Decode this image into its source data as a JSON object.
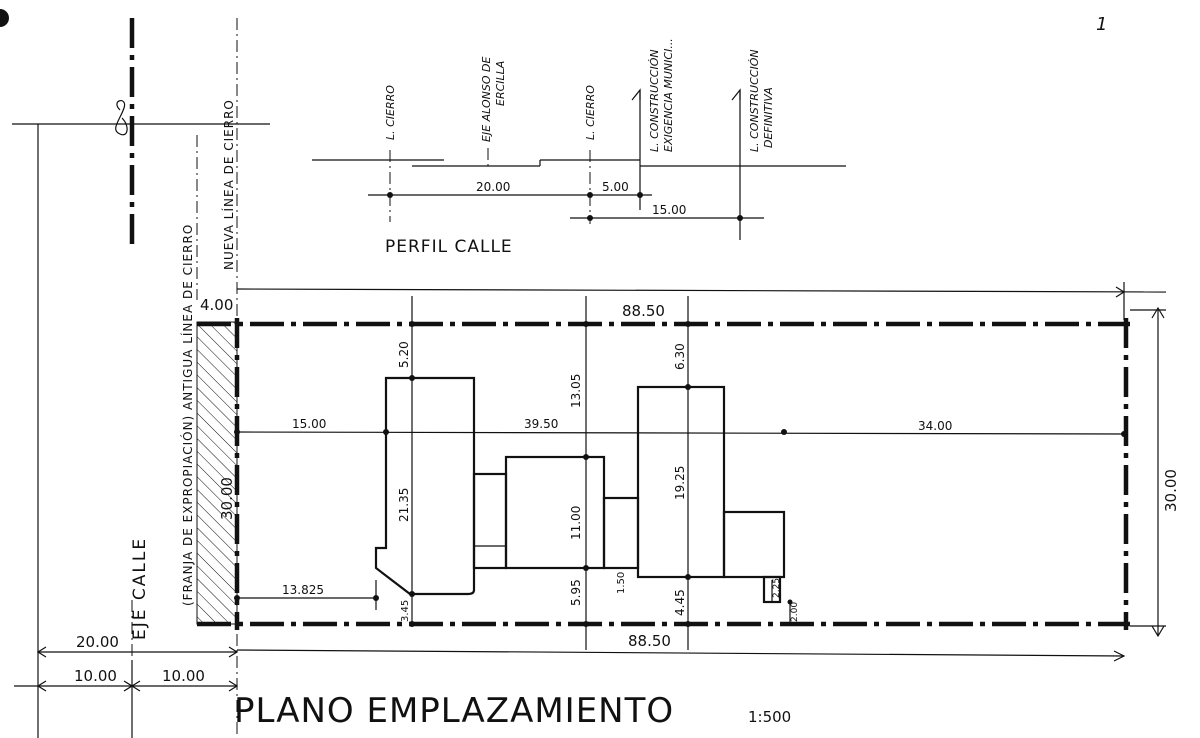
{
  "page_number": "1",
  "street_profile": {
    "title": "PERFIL CALLE",
    "labels": {
      "l_cierro_1": "L. CIERRO",
      "eje_alonso_1": "EJE ALONSO DE",
      "eje_alonso_2": "ERCILLA",
      "l_cierro_2": "L. CIERRO",
      "l_const_exig_1": "L. CONSTRUCCIÓN",
      "l_const_exig_2": "EXIGENCIA MUNICI...",
      "l_const_def_1": "L. CONSTRUCCIÓN",
      "l_const_def_2": "DEFINITIVA"
    },
    "dims": {
      "d20": "20.00",
      "d5": "5.00",
      "d15": "15.00"
    }
  },
  "site": {
    "dims": {
      "top_length": "88.50",
      "bottom_length": "88.50",
      "depth_left": "30.00",
      "depth_right": "30.00",
      "strip_width": "4.00",
      "d1500": "15.00",
      "d3950": "39.50",
      "d3400": "34.00",
      "d520": "5.20",
      "d1305": "13.05",
      "d630": "6.30",
      "d2135": "21.35",
      "d1100": "11.00",
      "d1925": "19.25",
      "d13825": "13.825",
      "d345": "3.45",
      "d595": "5.95",
      "d150": "1.50",
      "d445": "4.45",
      "d225": "2.25",
      "d200": "2.00"
    },
    "vertical_labels": {
      "franja": "(FRANJA  DE  EXPROPIACIÓN)  ANTIGUA  LÍNEA DE CIERRO",
      "nueva_linea": "NUEVA  LÍNEA  DE  CIERRO",
      "eje_calle": "EJE    CALLE"
    },
    "bottom_dims": {
      "d2000": "20.00",
      "d1000a": "10.00",
      "d1000b": "10.00"
    }
  },
  "title": {
    "main": "PLANO  EMPLAZAMIENTO",
    "scale": "1:500"
  }
}
